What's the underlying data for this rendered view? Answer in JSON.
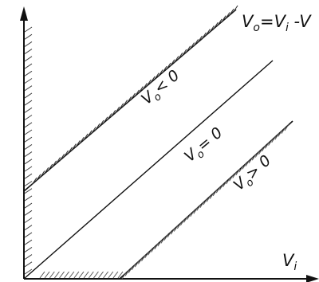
{
  "diagram": {
    "formula": {
      "v1": "V",
      "s1": "o",
      "eq": "=",
      "v2": "V",
      "s2": "i",
      "minus": " -",
      "v3": "V"
    },
    "region_negative": {
      "v": "V",
      "sub": "o",
      "rel": "< 0"
    },
    "region_zero": {
      "v": "V",
      "sub": "o",
      "rel": "= 0"
    },
    "region_positive": {
      "v": "V",
      "sub": "o",
      "rel": "> 0"
    },
    "x_axis_label": {
      "v": "V",
      "sub": "i"
    }
  },
  "colors": {
    "ink": "#111111",
    "background": "#ffffff"
  }
}
